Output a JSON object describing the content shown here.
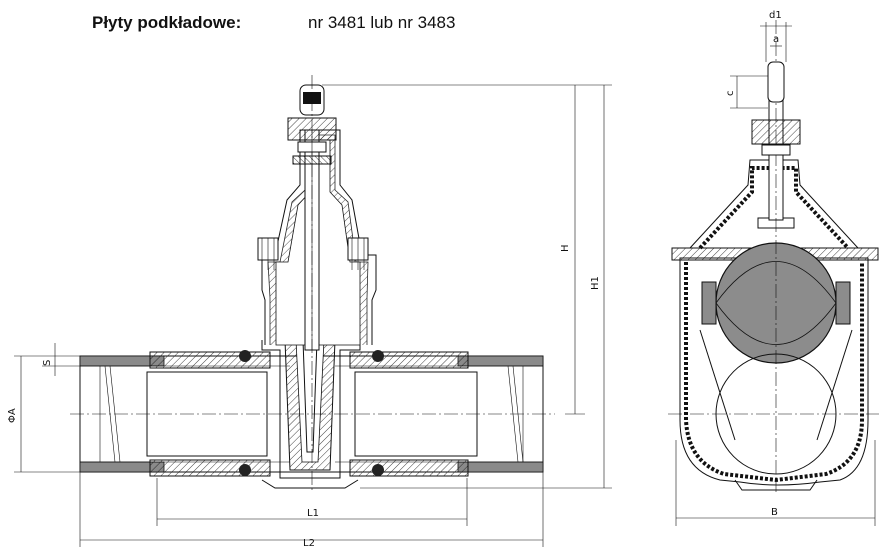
{
  "header": {
    "label": "Płyty podkładowe:",
    "value": "nr 3481 lub nr 3483"
  },
  "dimensions": {
    "phiA": "ΦA",
    "s": "S",
    "h": "H",
    "h1": "H1",
    "l1": "L1",
    "l2": "L2",
    "b": "B",
    "d1": "d1",
    "a": "a",
    "c": "c"
  }
}
